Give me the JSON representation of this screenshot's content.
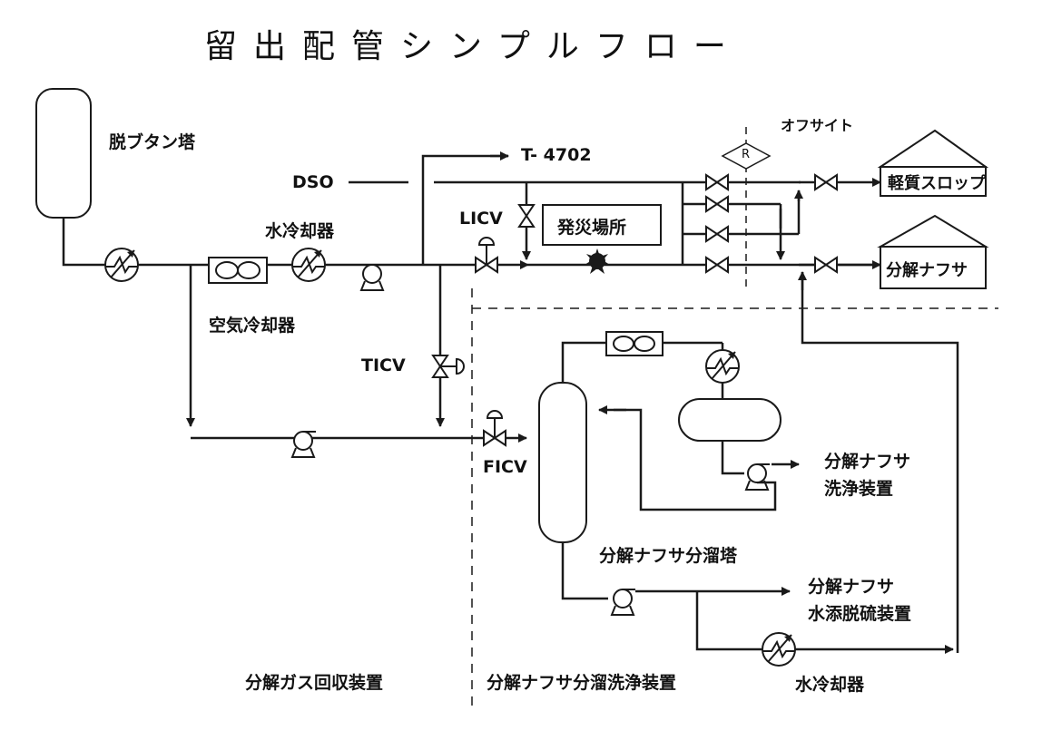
{
  "title": "留出配管シンプルフロー",
  "labels": {
    "debutanizer": "脱ブタン塔",
    "dso": "DSO",
    "t4702": "T- 4702",
    "offsite": "オフサイト",
    "water_cooler_top": "水冷却器",
    "air_cooler": "空気冷却器",
    "licv": "LICV",
    "ticv": "TICV",
    "ficv": "FICV",
    "fire_location": "発災場所",
    "light_slop": "軽質スロップ",
    "cracked_naphtha": "分解ナフサ",
    "washing_unit_line1": "分解ナフサ",
    "washing_unit_line2": "洗浄装置",
    "fractionator": "分解ナフサ分溜塔",
    "hds_line1": "分解ナフサ",
    "hds_line2": "水添脱硫装置",
    "water_cooler_bottom": "水冷却器",
    "gas_recovery_unit": "分解ガス回収装置",
    "frac_wash_unit": "分解ナフサ分溜洗浄装置",
    "relief_marker": "R"
  },
  "colors": {
    "line": "#1a1a1a",
    "background": "#ffffff"
  }
}
